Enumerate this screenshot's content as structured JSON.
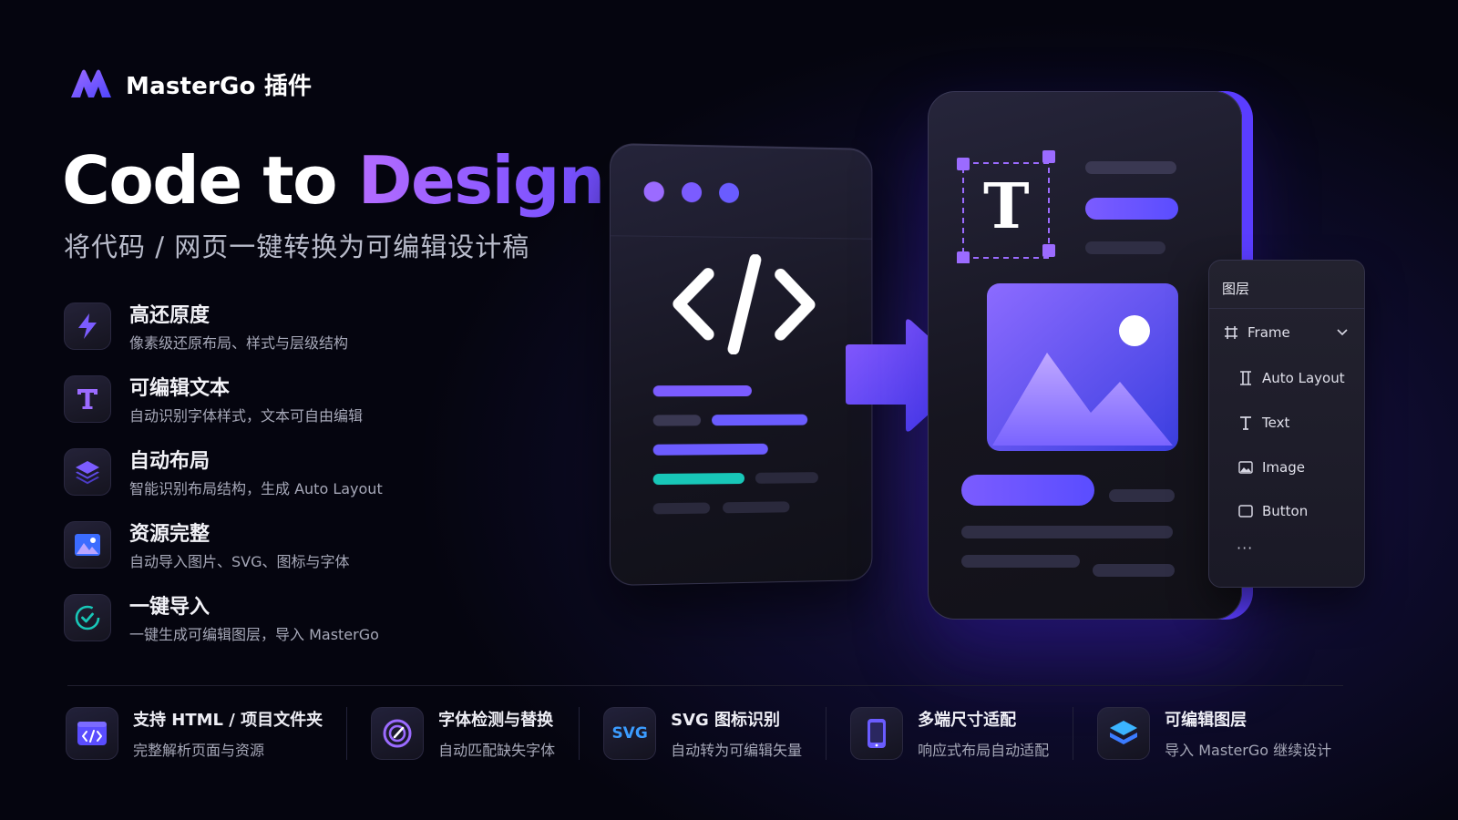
{
  "brand": {
    "name": "MasterGo 插件"
  },
  "hero": {
    "title_main": "Code to ",
    "title_accent": "Design",
    "subtitle": "将代码 / 网页一键转换为可编辑设计稿"
  },
  "features": [
    {
      "icon": "lightning-icon",
      "title": "高还原度",
      "desc": "像素级还原布局、样式与层级结构"
    },
    {
      "icon": "text-icon",
      "title": "可编辑文本",
      "desc": "自动识别字体样式，文本可自由编辑"
    },
    {
      "icon": "layers-icon",
      "title": "自动布局",
      "desc": "智能识别布局结构，生成 Auto Layout"
    },
    {
      "icon": "image-icon",
      "title": "资源完整",
      "desc": "自动导入图片、SVG、图标与字体"
    },
    {
      "icon": "check-circle-icon",
      "title": "一键导入",
      "desc": "一键生成可编辑图层，导入 MasterGo"
    }
  ],
  "bottom_features": [
    {
      "icon": "code-file-icon",
      "title": "支持 HTML / 项目文件夹",
      "desc": "完整解析页面与资源"
    },
    {
      "icon": "font-detect-icon",
      "title": "字体检测与替换",
      "desc": "自动匹配缺失字体"
    },
    {
      "icon": "svg-icon",
      "icon_text": "SVG",
      "title": "SVG 图标识别",
      "desc": "自动转为可编辑矢量"
    },
    {
      "icon": "mobile-icon",
      "title": "多端尺寸适配",
      "desc": "响应式布局自动适配"
    },
    {
      "icon": "stack-icon",
      "title": "可编辑图层",
      "desc": "导入 MasterGo 继续设计"
    }
  ],
  "illustration": {
    "code_symbol": "</>",
    "text_glyph": "T",
    "layers_panel": {
      "title": "图层",
      "items": [
        {
          "icon": "frame-icon",
          "label": "Frame"
        },
        {
          "icon": "auto-layout-icon",
          "label": "Auto Layout"
        },
        {
          "icon": "text-layer-icon",
          "label": "Text"
        },
        {
          "icon": "image-layer-icon",
          "label": "Image"
        },
        {
          "icon": "button-layer-icon",
          "label": "Button"
        }
      ],
      "more": "···"
    }
  },
  "colors": {
    "accent_purple": "#7b5cff",
    "accent_violet": "#b46cff",
    "accent_teal": "#18c7b8",
    "background": "#05050f"
  }
}
